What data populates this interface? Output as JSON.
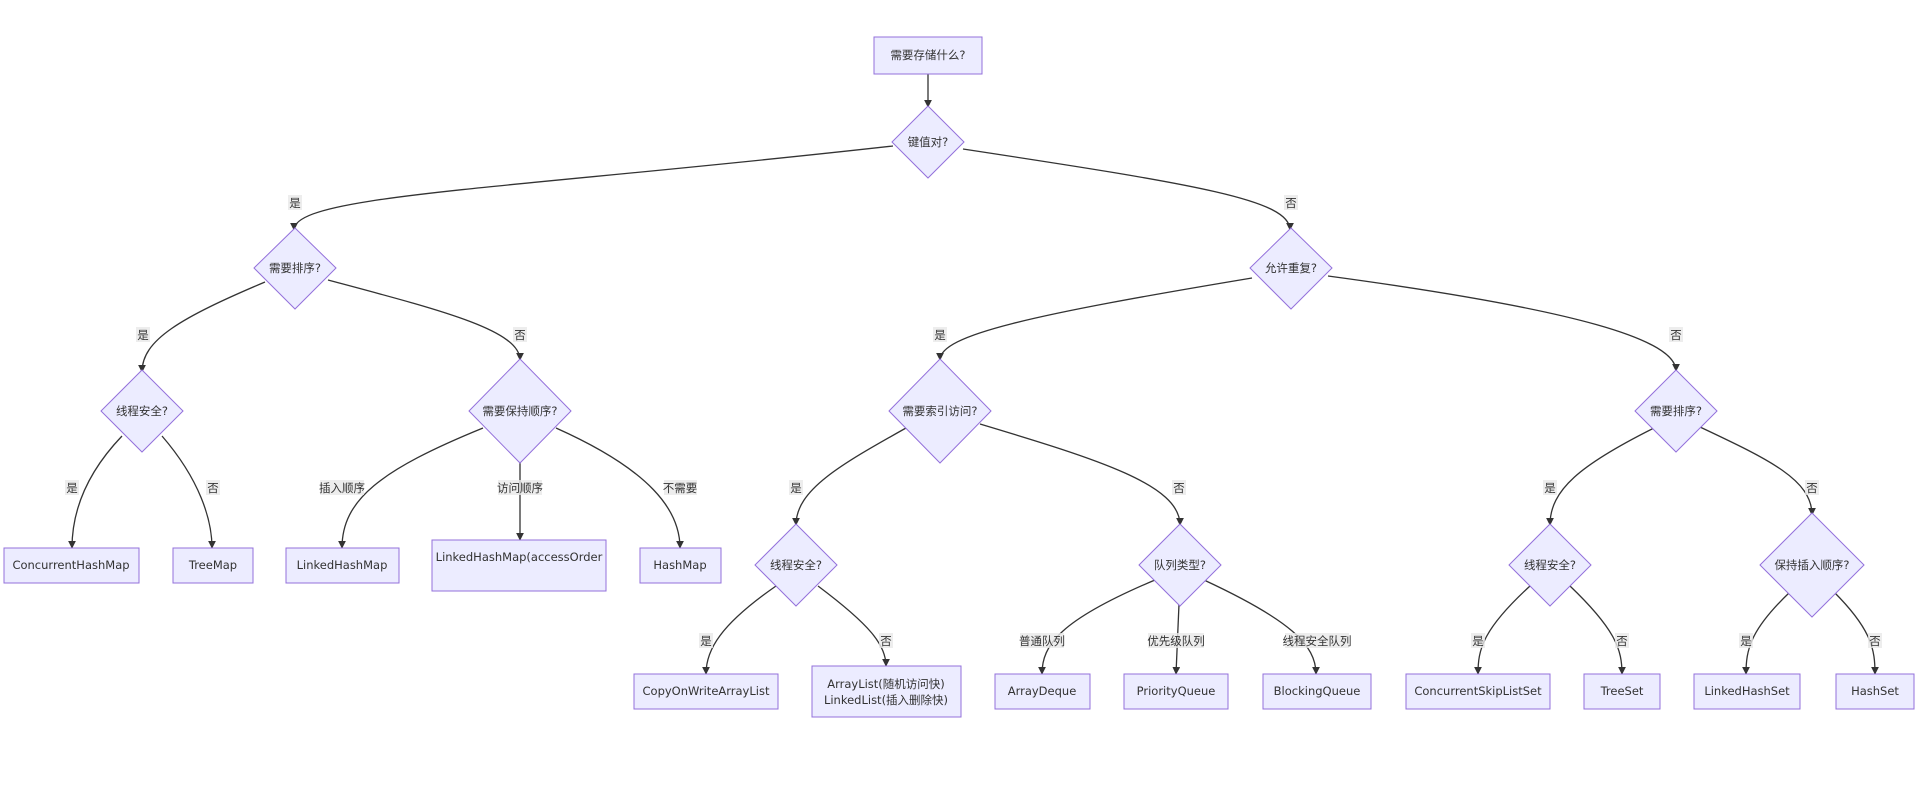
{
  "nodes": {
    "root": "需要存储什么?",
    "kv": "键值对?",
    "sort1": "需要排序?",
    "dup": "允许重复?",
    "ts1": "线程安全?",
    "order": "需要保持顺序?",
    "idx": "需要索引访问?",
    "sort2": "需要排序?",
    "chm": "ConcurrentHashMap",
    "treemap": "TreeMap",
    "lhm": "LinkedHashMap",
    "lhm_access": "LinkedHashMap(accessOrder",
    "hashmap": "HashMap",
    "ts2": "线程安全?",
    "qtype": "队列类型?",
    "ts3": "线程安全?",
    "keep": "保持插入顺序?",
    "cowal": "CopyOnWriteArrayList",
    "arraylist": "ArrayList(随机访问快)",
    "linkedlist": "LinkedList(插入删除快)",
    "arraydeque": "ArrayDeque",
    "pq": "PriorityQueue",
    "bq": "BlockingQueue",
    "csls": "ConcurrentSkipListSet",
    "treeset": "TreeSet",
    "lhs": "LinkedHashSet",
    "hashset": "HashSet"
  },
  "edges": {
    "kv_yes": "是",
    "kv_no": "否",
    "sort1_yes": "是",
    "sort1_no": "否",
    "dup_yes": "是",
    "dup_no": "否",
    "ts1_yes": "是",
    "ts1_no": "否",
    "order_insert": "插入顺序",
    "order_access": "访问顺序",
    "order_none": "不需要",
    "idx_yes": "是",
    "idx_no": "否",
    "sort2_yes": "是",
    "sort2_no": "否",
    "ts2_yes": "是",
    "ts2_no": "否",
    "q_normal": "普通队列",
    "q_priority": "优先级队列",
    "q_safe": "线程安全队列",
    "ts3_yes": "是",
    "ts3_no": "否",
    "keep_yes": "是",
    "keep_no": "否"
  },
  "colors": {
    "node_fill": "#ECECFF",
    "node_stroke": "#9370DB",
    "edge": "#333333"
  }
}
